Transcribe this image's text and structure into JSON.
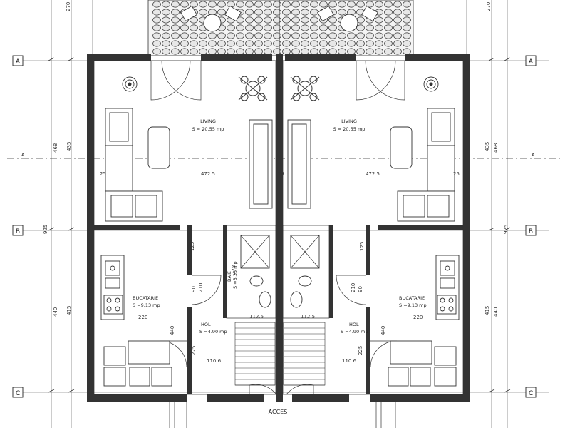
{
  "title": "",
  "axes": {
    "rows": [
      "A",
      "B",
      "C"
    ],
    "section_marks": [
      "A",
      "A"
    ]
  },
  "rooms": {
    "living_left": {
      "name": "LIVING",
      "area": "S = 20.55 mp"
    },
    "living_right": {
      "name": "LIVING",
      "area": "S = 20.55 mp"
    },
    "kitchen_left": {
      "name": "BUCATARIE",
      "area": "S =9.13 mp"
    },
    "kitchen_right": {
      "name": "BUCATARIE",
      "area": "S =9.13 mp"
    },
    "hall_left": {
      "name": "HOL",
      "area": "S =4.90 mp"
    },
    "hall_right": {
      "name": "HOL",
      "area": "S =4.90 mp"
    },
    "bath_left": {
      "name": "BAIE",
      "area": "S =3.35 mp"
    }
  },
  "dimensions": {
    "top": "270",
    "upper_rise": "468",
    "upper_inner": "435",
    "mid_gap": "925",
    "lower_rise": "440",
    "lower_inner": "415",
    "width_living": "472.5",
    "wall": "25",
    "hall_w": "220",
    "stair": "112.5",
    "step": "110.6",
    "door_w": "90",
    "door_h": "210",
    "hall_depth": "225",
    "kitchen_depth": "125",
    "other": "440",
    "sub_tall": "278",
    "sub_short": "115"
  },
  "entrance": {
    "label": "ACCES"
  }
}
